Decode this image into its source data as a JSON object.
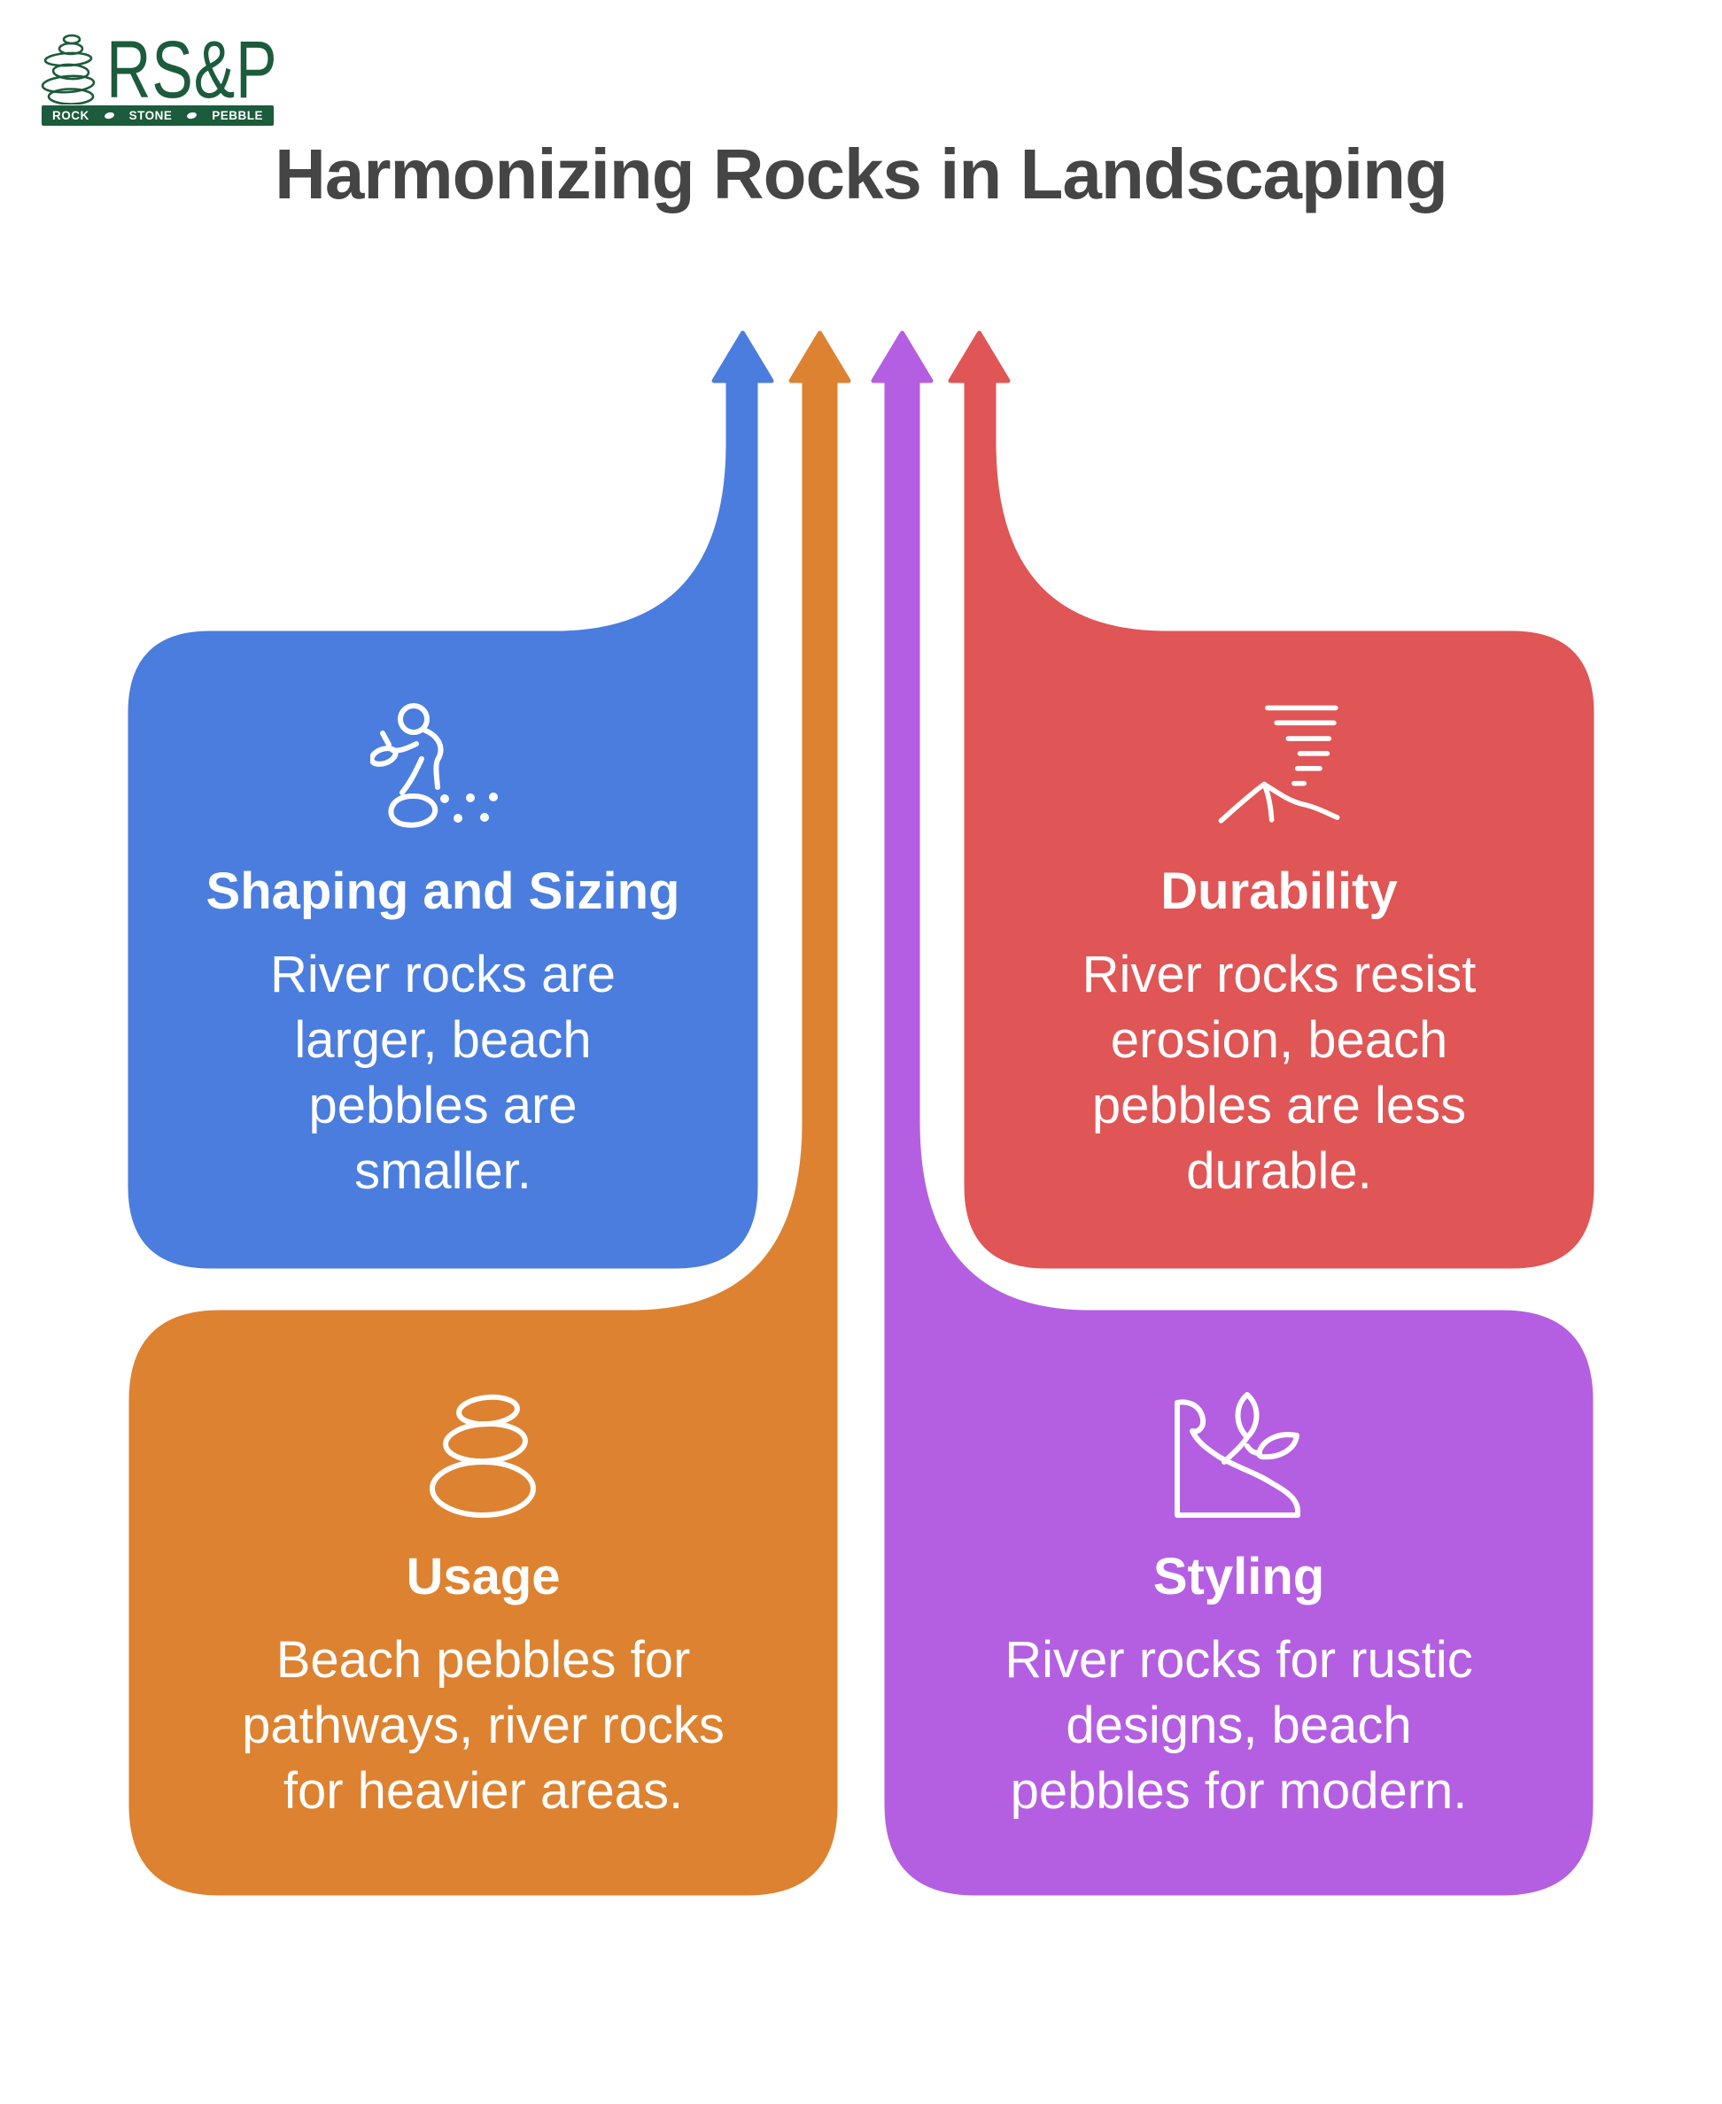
{
  "logo": {
    "name": "RS&P",
    "words": [
      "ROCK",
      "STONE",
      "PEBBLE"
    ],
    "icon": "pebble-cairn-icon"
  },
  "title": "Harmonizing Rocks in Landscaping",
  "theme": {
    "green": "#1C5B3B",
    "title-color": "#454545",
    "bg": "#FFFFFF"
  },
  "cards": [
    {
      "title": "Shaping and Sizing",
      "body": [
        "River rocks are",
        "larger, beach",
        "pebbles are",
        "smaller."
      ],
      "color": "#4A7DDE",
      "icon": "sculptor-icon"
    },
    {
      "title": "Durability",
      "body": [
        "River rocks resist",
        "erosion, beach",
        "pebbles are less",
        "durable."
      ],
      "color": "#E05555",
      "icon": "erosion-mountain-icon"
    },
    {
      "title": "Usage",
      "body": [
        "Beach pebbles for",
        "pathways, river rocks",
        "for heavier areas."
      ],
      "color": "#DD8230",
      "icon": "stacked-stones-icon"
    },
    {
      "title": "Styling",
      "body": [
        "River rocks for rustic",
        "designs, beach",
        "pebbles for modern."
      ],
      "color": "#B45FE1",
      "icon": "rock-plant-icon"
    }
  ]
}
